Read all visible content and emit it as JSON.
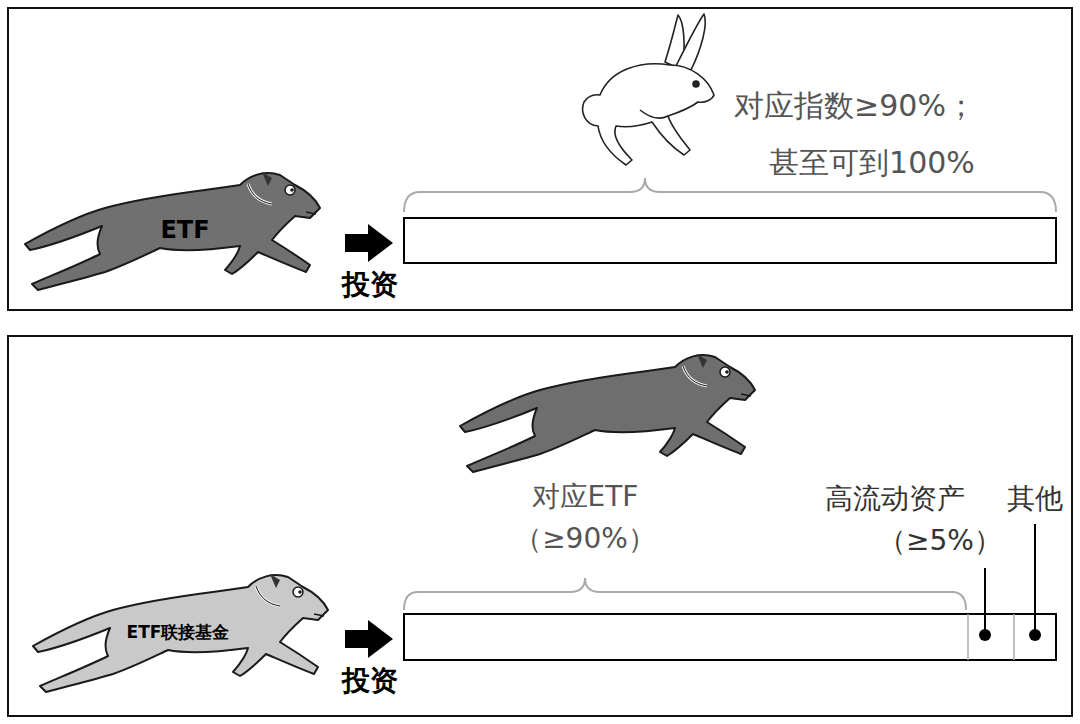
{
  "diagram": {
    "nodes": [
      {
        "text": [
          "ETF"
        ]
      },
      {
        "text": [
          "ETF联接基金"
        ]
      }
    ],
    "labels": [
      "对应指数≥90%；",
      "甚至可到100%",
      "投资",
      "对应ETF",
      "（≥90%）",
      "高流动资产",
      "（≥5%）",
      "其他",
      "投资"
    ]
  }
}
